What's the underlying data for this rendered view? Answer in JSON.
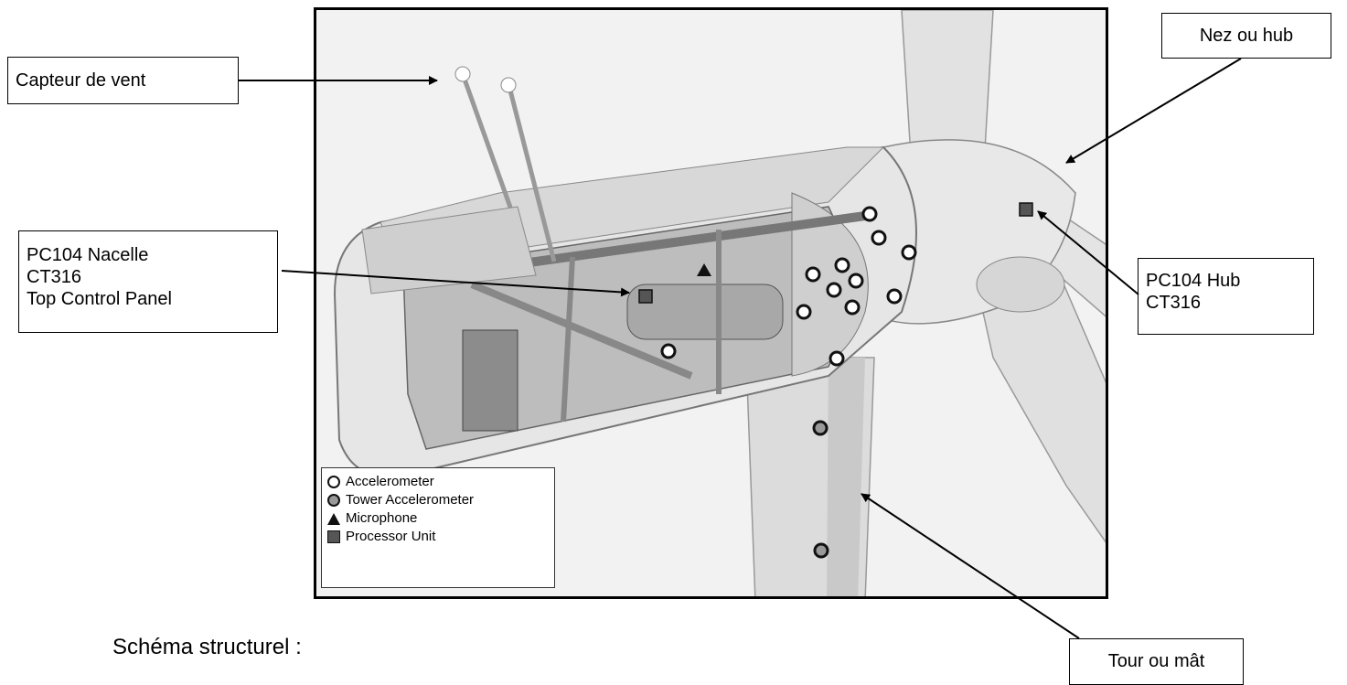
{
  "callouts": {
    "wind_sensor": [
      "Capteur de vent"
    ],
    "nose_hub": [
      "Nez ou hub"
    ],
    "pc104_nacelle": [
      "PC104 Nacelle",
      "CT316",
      "Top Control Panel"
    ],
    "pc104_hub": [
      "PC104 Hub",
      "CT316"
    ],
    "tower": [
      "Tour ou mât"
    ]
  },
  "legend": {
    "accelerometer": "Accelerometer",
    "tower_accelerometer": "Tower Accelerometer",
    "microphone": "Microphone",
    "processor_unit": "Processor Unit"
  },
  "caption": "Schéma structurel :"
}
